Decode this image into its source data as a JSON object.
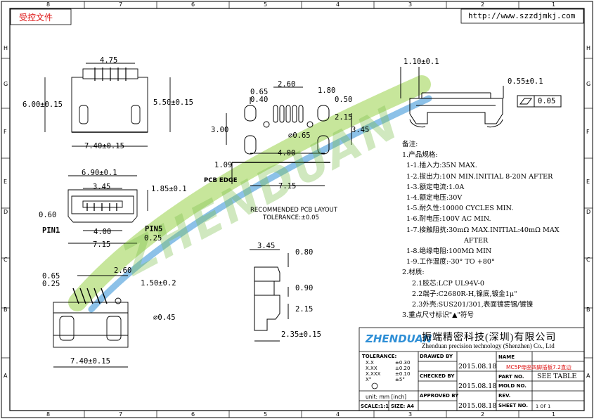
{
  "header": {
    "controlled_doc": "受控文件",
    "url": "http://www.szzdjmkj.com"
  },
  "border_labels": {
    "top": [
      "8",
      "7",
      "6",
      "5",
      "4",
      "3",
      "2",
      "1"
    ],
    "bottom": [
      "8",
      "7",
      "6",
      "5",
      "4",
      "3",
      "2",
      "1"
    ],
    "left": [
      "H",
      "G",
      "F",
      "E",
      "D",
      "C",
      "B",
      "A"
    ],
    "right": [
      "H",
      "G",
      "F",
      "E",
      "D",
      "C",
      "B",
      "A"
    ]
  },
  "watermark": "ZHENDUAN",
  "top_left_view": {
    "width_top": "4.75",
    "height_left": "6.00±0.15",
    "height_right": "5.50±0.15",
    "width_bottom": "7.40±0.15"
  },
  "mid_left_view": {
    "width_top": "6.90±0.1",
    "inner_width": "3.45",
    "height_right": "1.85±0.1",
    "left_gap": "0.60",
    "pin1": "PIN1",
    "pin5": "PIN5",
    "pitch_span": "4.00",
    "right_offset": "0.25",
    "total_width": "7.15"
  },
  "bottom_left_view": {
    "d1": "0.65",
    "d2": "0.25",
    "d3": "2.60",
    "d4": "1.50±0.2",
    "hole": "⌀0.45",
    "width_bottom": "7.40±0.15"
  },
  "pcb_layout": {
    "d_065": "0.65",
    "d_040": "0.40",
    "d_260": "2.60",
    "d_180": "1.80",
    "d_050": "0.50",
    "d_215": "2.15",
    "d_300": "3.00",
    "d_345": "3.45",
    "d_hole": "⌀0.65",
    "d_400": "4.00",
    "d_109": "1.09",
    "pcb_edge": "PCB EDGE",
    "d_715": "7.15",
    "title": "RECOMMENDED PCB LAYOUT",
    "tolerance": "TOLERANCE:±0.05"
  },
  "side_view": {
    "d_345": "3.45",
    "d_080": "0.80",
    "d_090": "0.90",
    "d_215": "2.15",
    "d_235": "2.35±0.15"
  },
  "right_view": {
    "d_110": "1.10±0.1",
    "d_055": "0.55±0.1",
    "flatness": "0.05"
  },
  "notes": [
    "备注:",
    "1.产品规格:",
    "1-1.插入力:35N MAX.",
    "1-2.拔出力:10N MIN.INITIAL 8-20N AFTER",
    "1-3.额定电流:1.0A",
    "1-4.额定电压:30V",
    "1-5.耐久性:10000 CYCLES MIN.",
    "1-6.耐电压:100V AC MIN.",
    "1-7.接触阻抗:30mΩ MAX.INITIAL:40mΩ MAX",
    "AFTER",
    "1-8.绝缘电阻:100MΩ MIN",
    "1-9.工作温度:-30° TO +80°",
    "2.材质:",
    "2.1胶芯:LCP UL94V-0",
    "2.2端子:C2680R-H,镍底,镀金1μ\"",
    "2.3外壳:SUS201/301,表面镀雾锡/镀镍",
    "3.重点尺寸标识\"▲\"符号"
  ],
  "title_block": {
    "logo_text": "ZHENDUAN",
    "company_cn": "振端精密科技(深圳)有限公司",
    "company_en": "Zhenduan precision technology (Shenzhen) Co., Ltd",
    "tolerance_label": "TOLERANCE:",
    "tol_rows": [
      [
        "X.X",
        "±0.30"
      ],
      [
        "X.XX",
        "±0.20"
      ],
      [
        "X.XXX",
        "±0.10"
      ],
      [
        "X°",
        "±5°"
      ]
    ],
    "unit_label": "unit: mm [inch]",
    "scale": "SCALE:1:1",
    "size": "SIZE: A4",
    "drawed_by": "DRAWED BY",
    "drawed_date": "2015.08.18",
    "checked_by": "CHECKED BY",
    "checked_date": "2015.08.18",
    "approved_by": "APPROVED BY",
    "approved_date": "2015.08.18",
    "name_label": "NAME",
    "name_value": "MC5P母座四脚插板7.2直边",
    "part_no_label": "PART NO.",
    "part_no_value": "SEE TABLE",
    "mold_no_label": "MOLD NO.",
    "rev_label": "REV.",
    "sheet_no_label": "SHEET NO.",
    "sheet_no_value": "1 OF 1"
  }
}
